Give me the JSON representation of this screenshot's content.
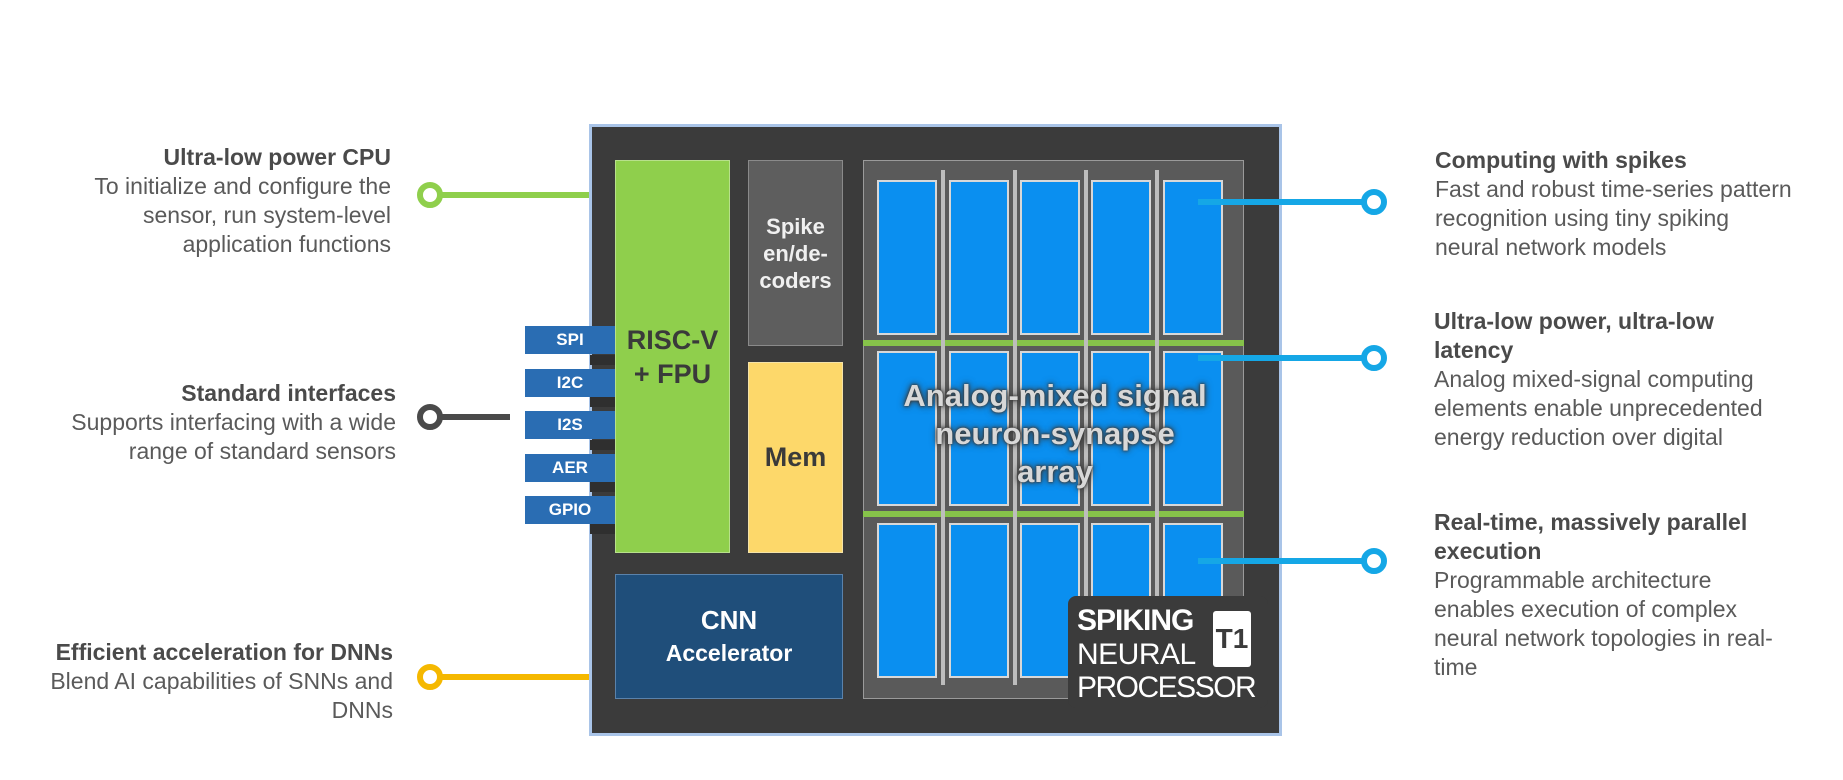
{
  "left_callouts": [
    {
      "title": "Ultra-low power CPU",
      "lines": [
        "To initialize and configure the",
        "sensor, run system-level",
        "application functions"
      ],
      "color": "#8fcf4c"
    },
    {
      "title": "Standard interfaces",
      "lines": [
        "Supports interfacing with a wide",
        "range of standard sensors"
      ],
      "color": "#4a4a4a"
    },
    {
      "title": "Efficient acceleration for DNNs",
      "lines": [
        "Blend AI capabilities of SNNs and",
        "DNNs"
      ],
      "color": "#f5b800"
    }
  ],
  "right_callouts": [
    {
      "title": "Computing with spikes",
      "lines": [
        "Fast and robust time-series pattern",
        "recognition using tiny spiking",
        "neural network models"
      ],
      "color": "#15a7e6"
    },
    {
      "title_lines": [
        "Ultra-low power, ultra-low",
        "latency"
      ],
      "lines": [
        "Analog mixed-signal computing",
        "elements enable unprecedented",
        "energy reduction over digital"
      ],
      "color": "#15a7e6"
    },
    {
      "title_lines": [
        "Real-time, massively parallel",
        "execution"
      ],
      "lines": [
        "Programmable architecture",
        "enables execution of complex",
        "neural network topologies in real-",
        "time"
      ],
      "color": "#15a7e6"
    }
  ],
  "chip": {
    "cpu_line1": "RISC-V",
    "cpu_line2": "+ FPU",
    "spike_line1": "Spike",
    "spike_line2": "en/de-",
    "spike_line3": "coders",
    "mem": "Mem",
    "cnn_line1": "CNN",
    "cnn_line2": "Accelerator",
    "array_line1": "Analog-mixed signal",
    "array_line2": "neuron-synapse",
    "array_line3": "array",
    "interfaces": [
      "SPI",
      "I2C",
      "I2S",
      "AER",
      "GPIO"
    ]
  },
  "logo": {
    "line1": "SPIKING",
    "line2": "NEURAL",
    "line3": "PROCESSOR",
    "badge": "T1"
  },
  "colors": {
    "cpu": "#8fcf4c",
    "mem": "#fdd86a",
    "spike": "#5e5e5e",
    "cnn": "#1f4e7a",
    "array_cell": "#0a8ff0",
    "interface": "#2a6db3",
    "chip_bg": "#3b3b3b"
  }
}
